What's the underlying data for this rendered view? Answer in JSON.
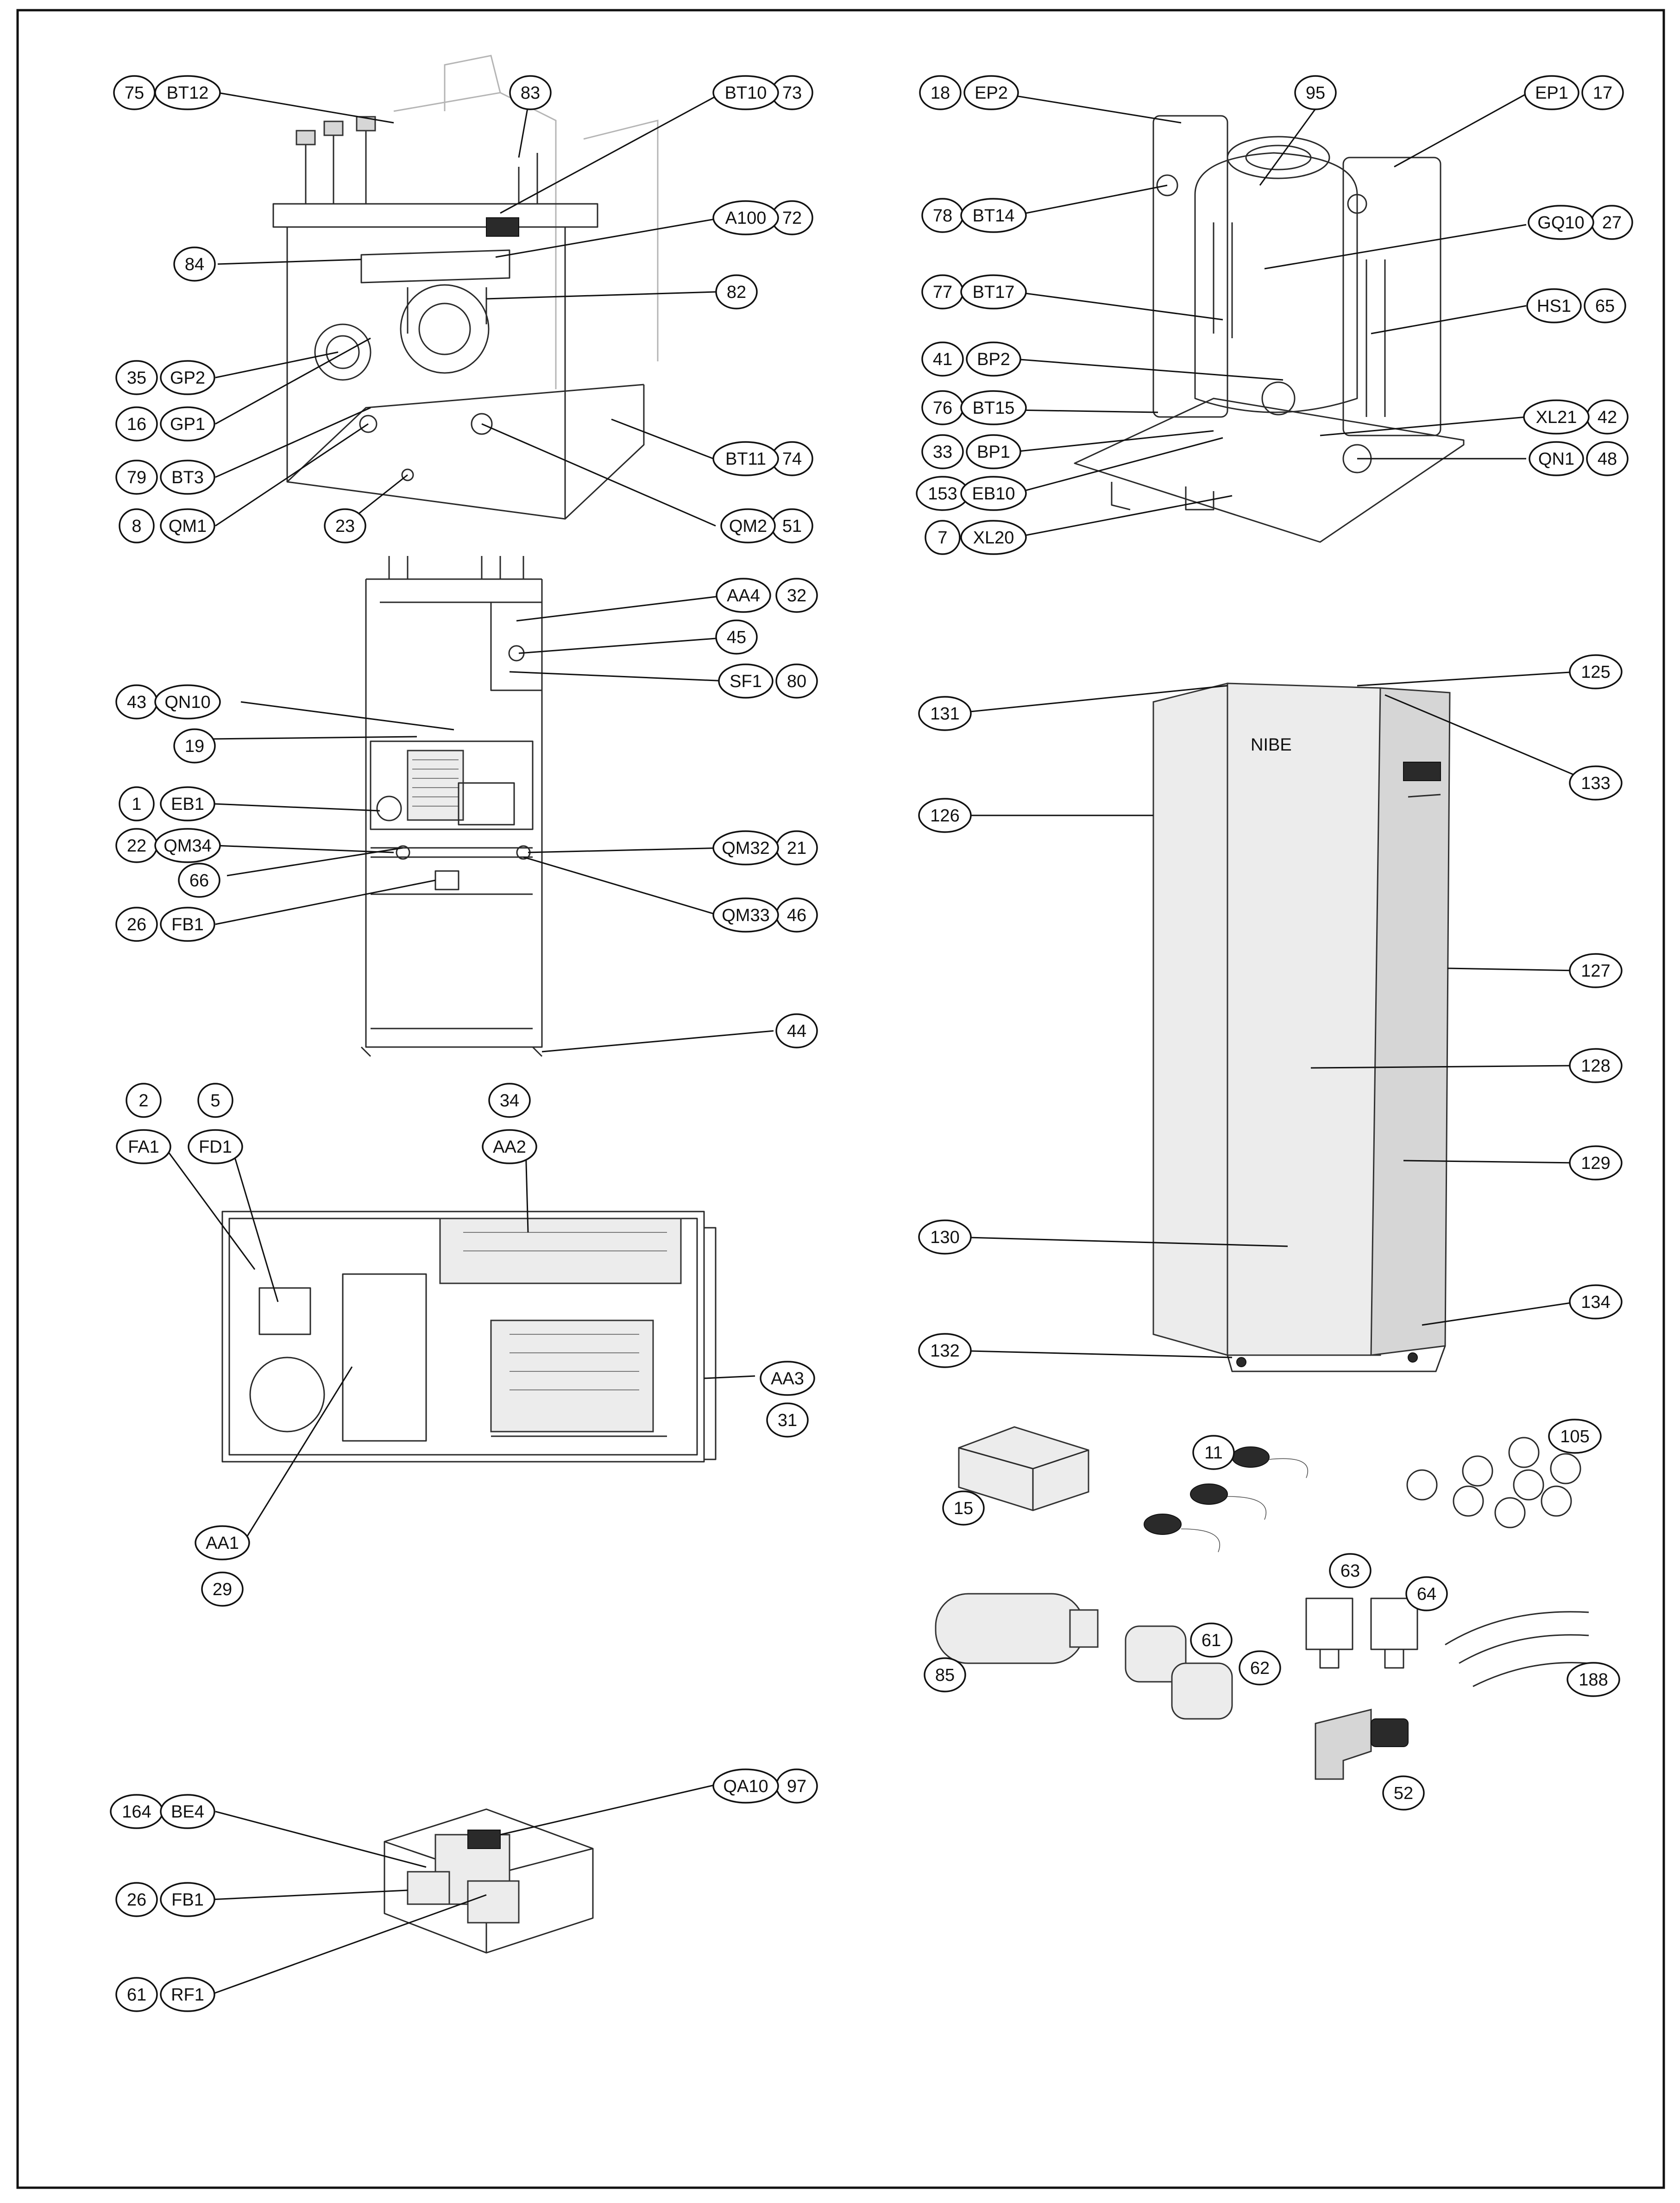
{
  "groups": [
    {
      "id": "heat-pump-top",
      "labels": [
        {
          "num": "75",
          "code": "BT12"
        },
        {
          "num": "83"
        },
        {
          "num": "73",
          "code": "BT10"
        },
        {
          "num": "84"
        },
        {
          "num": "72",
          "code": "A100"
        },
        {
          "num": "82"
        },
        {
          "num": "35",
          "code": "GP2"
        },
        {
          "num": "16",
          "code": "GP1"
        },
        {
          "num": "79",
          "code": "BT3"
        },
        {
          "num": "74",
          "code": "BT11"
        },
        {
          "num": "8",
          "code": "QM1"
        },
        {
          "num": "23"
        },
        {
          "num": "51",
          "code": "QM2"
        }
      ]
    },
    {
      "id": "cooling-module",
      "labels": [
        {
          "num": "18",
          "code": "EP2"
        },
        {
          "num": "95"
        },
        {
          "num": "17",
          "code": "EP1"
        },
        {
          "num": "78",
          "code": "BT14"
        },
        {
          "num": "27",
          "code": "GQ10"
        },
        {
          "num": "77",
          "code": "BT17"
        },
        {
          "num": "65",
          "code": "HS1"
        },
        {
          "num": "41",
          "code": "BP2"
        },
        {
          "num": "76",
          "code": "BT15"
        },
        {
          "num": "42",
          "code": "XL21"
        },
        {
          "num": "33",
          "code": "BP1"
        },
        {
          "num": "48",
          "code": "QN1"
        },
        {
          "num": "153",
          "code": "EB10"
        },
        {
          "num": "7",
          "code": "XL20"
        }
      ]
    },
    {
      "id": "front-open",
      "labels": [
        {
          "num": "32",
          "code": "AA4"
        },
        {
          "num": "45"
        },
        {
          "num": "80",
          "code": "SF1"
        },
        {
          "num": "43",
          "code": "QN10"
        },
        {
          "num": "19"
        },
        {
          "num": "1",
          "code": "EB1"
        },
        {
          "num": "22",
          "code": "QM34"
        },
        {
          "num": "21",
          "code": "QM32"
        },
        {
          "num": "66"
        },
        {
          "num": "26",
          "code": "FB1"
        },
        {
          "num": "46",
          "code": "QM33"
        },
        {
          "num": "44"
        }
      ]
    },
    {
      "id": "cabinet-closed",
      "labels": [
        {
          "num": "125"
        },
        {
          "num": "131"
        },
        {
          "num": "133"
        },
        {
          "num": "126"
        },
        {
          "num": "127"
        },
        {
          "num": "128"
        },
        {
          "num": "129"
        },
        {
          "num": "130"
        },
        {
          "num": "134"
        },
        {
          "num": "132"
        }
      ]
    },
    {
      "id": "electrical-box",
      "labels": [
        {
          "num": "2",
          "code": "FA1"
        },
        {
          "num": "5",
          "code": "FD1"
        },
        {
          "num": "34",
          "code": "AA2"
        },
        {
          "num": "31",
          "code": "AA3"
        },
        {
          "num": "29",
          "code": "AA1"
        }
      ]
    },
    {
      "id": "accessories",
      "labels": [
        {
          "num": "11"
        },
        {
          "num": "105"
        },
        {
          "num": "15"
        },
        {
          "num": "63"
        },
        {
          "num": "64"
        },
        {
          "num": "61"
        },
        {
          "num": "85"
        },
        {
          "num": "62"
        },
        {
          "num": "188"
        },
        {
          "num": "52"
        }
      ]
    },
    {
      "id": "immersion-box",
      "labels": [
        {
          "num": "97",
          "code": "QA10"
        },
        {
          "num": "164",
          "code": "BE4"
        },
        {
          "num": "26",
          "code": "FB1"
        },
        {
          "num": "61",
          "code": "RF1"
        }
      ]
    }
  ]
}
